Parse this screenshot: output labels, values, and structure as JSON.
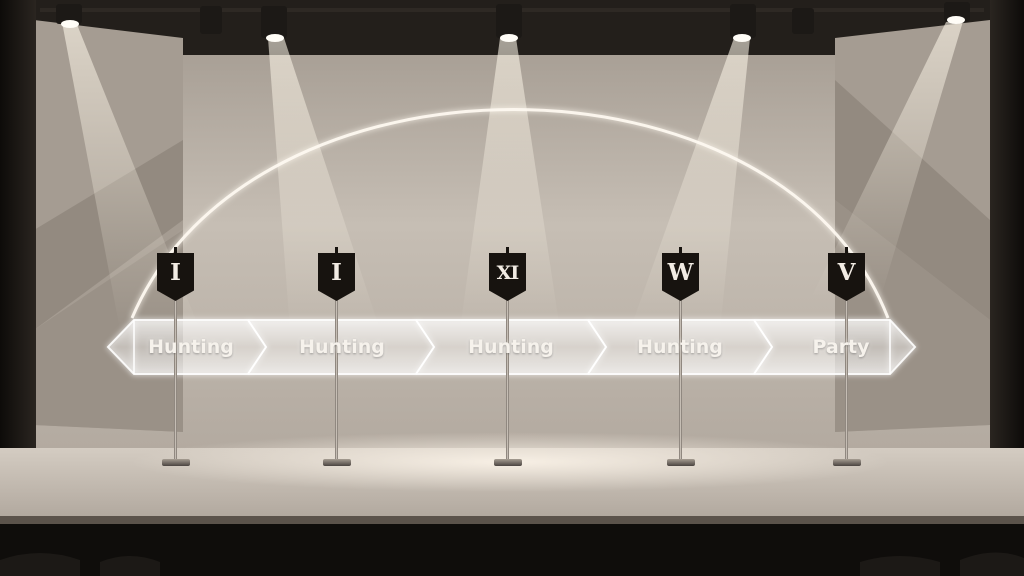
{
  "timeline": {
    "stages": [
      {
        "numeral": "I",
        "label": "Hunting"
      },
      {
        "numeral": "I",
        "label": "Hunting"
      },
      {
        "numeral": "XI",
        "label": "Hunting"
      },
      {
        "numeral": "W",
        "label": "Hunting"
      },
      {
        "numeral": "V",
        "label": "Party"
      }
    ]
  },
  "colors": {
    "backdrop": "#bdb4aa",
    "stage_floor": "#d9d1c7",
    "flag": "#17130f",
    "glow": "#ffffff"
  }
}
